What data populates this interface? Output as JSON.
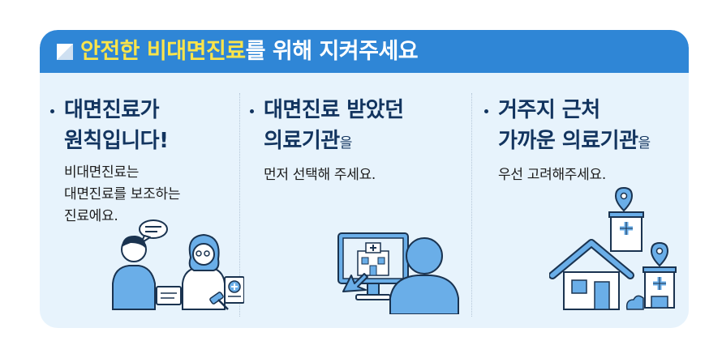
{
  "banner": {
    "title_highlight": "안전한 비대면진료",
    "title_rest": "를 위해 지켜주세요"
  },
  "columns": [
    {
      "title_lines": [
        "대면진료가",
        "원칙입니다!"
      ],
      "body_lines": [
        "비대면진료는",
        "대면진료를 보조하는",
        "진료에요."
      ]
    },
    {
      "title_line1": "대면진료 받았던",
      "title_line2_bold": "의료기관",
      "title_line2_small": "을",
      "body_lines": [
        "먼저 선택해 주세요."
      ]
    },
    {
      "title_line1": "거주지 근처",
      "title_line2_bold": "가까운 의료기관",
      "title_line2_small": "을",
      "body_lines": [
        "우선 고려해주세요."
      ]
    }
  ],
  "colors": {
    "banner_blue": "#2f86d6",
    "highlight_yellow": "#fbe44a",
    "card_bg": "#e7f3fc",
    "title_navy": "#12345f",
    "illustration_blue": "#6aaee8",
    "illustration_outline": "#1a3350"
  },
  "illustrations": [
    "doctor-patient-consultation",
    "computer-hospital-booking",
    "house-near-hospitals"
  ]
}
